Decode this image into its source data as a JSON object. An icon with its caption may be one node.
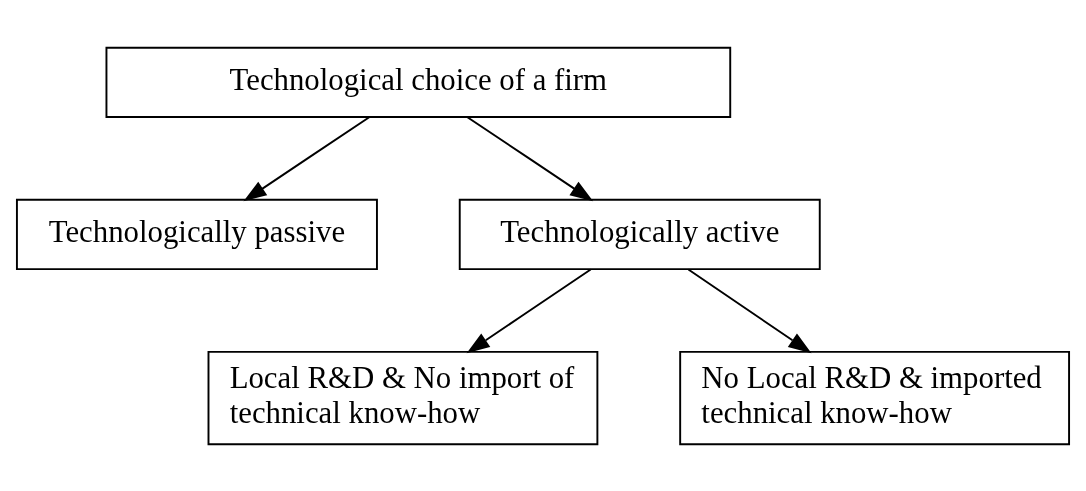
{
  "diagram": {
    "nodes": [
      {
        "text": [
          "Technological choice of a firm"
        ]
      },
      {
        "text": [
          "Technologically passive"
        ]
      },
      {
        "text": [
          "Technologically active"
        ]
      },
      {
        "text": [
          "Local R&D & No import of technical know-how"
        ]
      },
      {
        "text": [
          "No Local R&D & imported technical know-how"
        ]
      }
    ],
    "edges": [
      {
        "from": 0,
        "to": 1,
        "arrow": "to"
      },
      {
        "from": 0,
        "to": 2,
        "arrow": "to"
      },
      {
        "from": 2,
        "to": 3,
        "arrow": "to"
      },
      {
        "from": 2,
        "to": 4,
        "arrow": "to"
      }
    ]
  }
}
